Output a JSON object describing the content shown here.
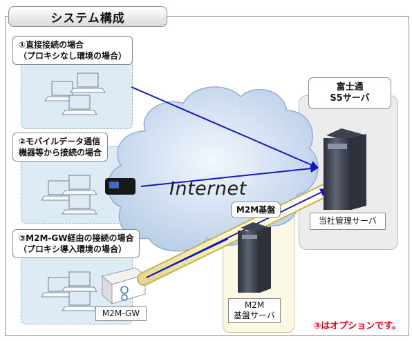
{
  "title": "システム構成",
  "connections": [
    {
      "lines": [
        "①直接接続の場合",
        "（プロキシなし環境の場合）"
      ]
    },
    {
      "lines": [
        "②モバイルデータ通信",
        "機器等から接続の場合"
      ]
    },
    {
      "lines": [
        "③M2M-GW経由の接続の場合",
        "（プロキシ導入環境の場合）"
      ]
    }
  ],
  "cloud_label": "Internet",
  "fujitsu_panel": {
    "title_lines": [
      "富士通",
      "S5サーバ"
    ],
    "server_caption": "当社管理サーバ"
  },
  "m2m_panel": {
    "title": "M2M基盤",
    "server_caption_lines": [
      "M2M",
      "基盤サーバ"
    ]
  },
  "gateway_label": "M2M-GW",
  "option_note": "③はオプションです。",
  "colors": {
    "arrow": "#1018c8",
    "zone": "#dcebf4",
    "cloud": "#c9d9ee",
    "option_note": "#e8001c"
  }
}
